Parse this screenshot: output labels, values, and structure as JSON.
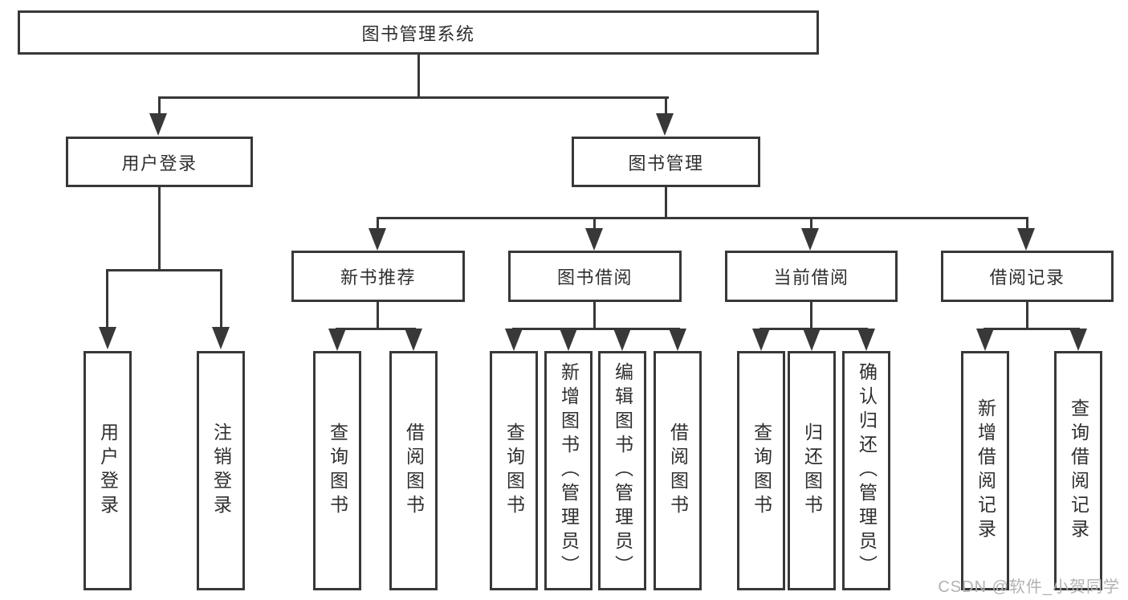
{
  "nodes": {
    "root": {
      "label": "图书管理系统"
    },
    "user_login": {
      "label": "用户登录"
    },
    "book_mgmt": {
      "label": "图书管理"
    },
    "new_book_rec": {
      "label": "新书推荐"
    },
    "book_borrow": {
      "label": "图书借阅"
    },
    "current_borrow": {
      "label": "当前借阅"
    },
    "borrow_records": {
      "label": "借阅记录"
    },
    "leaf_user_login": {
      "label": "用户登录"
    },
    "leaf_logout": {
      "label": "注销登录"
    },
    "leaf_query_book_rec": {
      "label": "查询图书"
    },
    "leaf_borrow_book_rec": {
      "label": "借阅图书"
    },
    "leaf_query_book_borrow": {
      "label": "查询图书"
    },
    "leaf_add_book_admin": {
      "label": "新增图书（管理员）"
    },
    "leaf_edit_book_admin": {
      "label": "编辑图书（管理员）"
    },
    "leaf_borrow_book_borrow": {
      "label": "借阅图书"
    },
    "leaf_query_book_current": {
      "label": "查询图书"
    },
    "leaf_return_book": {
      "label": "归还图书"
    },
    "leaf_confirm_return_admin": {
      "label": "确认归还（管理员）"
    },
    "leaf_add_borrow_record": {
      "label": "新增借阅记录"
    },
    "leaf_query_borrow_record": {
      "label": "查询借阅记录"
    }
  },
  "watermark": {
    "text": "CSDN @软件_小贺同学"
  },
  "colors": {
    "line": "#383838",
    "text": "#2f2f2f",
    "background": "#ffffff",
    "watermark": "#b2b2b2"
  }
}
